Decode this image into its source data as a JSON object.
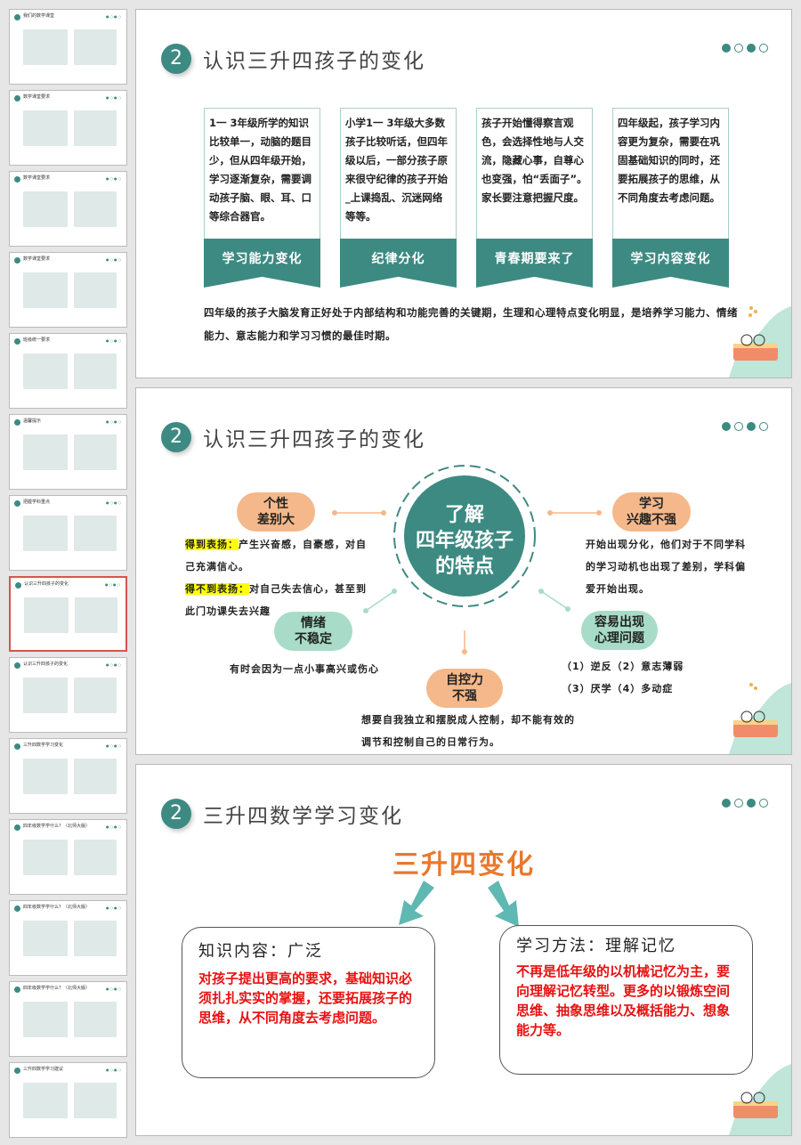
{
  "thumbnails": [
    {
      "num": "1",
      "title": "我们的数学课堂"
    },
    {
      "num": "2",
      "title": "数学课堂要求"
    },
    {
      "num": "3",
      "title": "数学课堂要求"
    },
    {
      "num": "4",
      "title": "数学课堂要求"
    },
    {
      "num": "5",
      "title": "班级统一要求"
    },
    {
      "num": "6",
      "title": "温馨提示"
    },
    {
      "num": "7",
      "title": "把握学科重点"
    },
    {
      "num": "8",
      "title": "认识三升四孩子的变化"
    },
    {
      "num": "9",
      "title": "认识三升四孩子的变化"
    },
    {
      "num": "10",
      "title": "三升四数学学习变化"
    },
    {
      "num": "11",
      "title": "四年级数学学什么？（北师大版）"
    },
    {
      "num": "12",
      "title": "四年级数学学什么？（北师大版）"
    },
    {
      "num": "13",
      "title": "四年级数学学什么？（北师大版）"
    },
    {
      "num": "14",
      "title": "三升四数学学习建议"
    }
  ],
  "selected_thumbnail": 8,
  "colors": {
    "teal": "#3d8a82",
    "orange": "#f5b88a",
    "green": "#a8dcc8",
    "red": "#e81010",
    "title_orange": "#e9782e"
  },
  "slide1": {
    "num": "2",
    "title": "认识三升四孩子的变化",
    "cards": [
      {
        "text": "1一 3年级所学的知识比较单一，动脑的题目少，但从四年级开始，学习逐渐复杂，需要调动孩子脑、眼、耳、口等综合器官。",
        "label": "学习能力变化"
      },
      {
        "text": "小学1一 3年级大多数孩子比较听话，但四年级以后，一部分孩子原来很守纪律的孩子开始_上课捣乱、沉迷网络等等。",
        "label": "纪律分化"
      },
      {
        "text": "孩子开始懂得察言观色，会选择性地与人交流，隐藏心事，自尊心也变强，怕“丢面子”。家长要注意把握尺度。",
        "label": "青春期要来了"
      },
      {
        "text": "四年级起，孩子学习内容更为复杂，需要在巩固基础知识的同时，还要拓展孩子的思维，从不同角度去考虑问题。",
        "label": "学习内容变化"
      }
    ],
    "summary": "四年级的孩子大脑发育正好处于内部结构和功能完善的关键期，生理和心理特点变化明显，是培养学习能力、情绪能力、意志能力和学习习惯的最佳时期。"
  },
  "slide2": {
    "num": "2",
    "title": "认识三升四孩子的变化",
    "center": "了解四年级孩子的特点",
    "center_lines": [
      "了解",
      "四年级孩子",
      "的特点"
    ],
    "traits": {
      "personality": {
        "l1": "个性",
        "l2": "差别大",
        "hl1": "得到表扬：",
        "t1": "产生兴奋感，自豪感，对自己充满信心。",
        "hl2": "得不到表扬：",
        "t2": "对自己失去信心，甚至到此门功课失去兴趣"
      },
      "interest": {
        "l1": "学习",
        "l2": "兴趣不强",
        "text": "开始出现分化，他们对于不同学科的学习动机也出现了差别，学科偏爱开始出现。"
      },
      "emotion": {
        "l1": "情绪",
        "l2": "不稳定",
        "text": "有时会因为一点小事高兴或伤心"
      },
      "psych": {
        "l1": "容易出现",
        "l2": "心理问题",
        "t1": "（1）逆反（2）意志薄弱",
        "t2": "（3）厌学（4）多动症"
      },
      "control": {
        "l1": "自控力",
        "l2": "不强",
        "text": "想要自我独立和摆脱成人控制，却不能有效的调节和控制自己的日常行为。"
      }
    }
  },
  "slide3": {
    "num": "2",
    "title": "三升四数学学习变化",
    "heading": "三升四变化",
    "left": {
      "head": "知识内容：广泛",
      "body": "对孩子提出更高的要求，基础知识必须扎扎实实的掌握，还要拓展孩子的思维，从不同角度去考虑问题。"
    },
    "right": {
      "head": "学习方法：理解记忆",
      "body": "不再是低年级的以机械记忆为主，要向理解记忆转型。更多的以锻炼空间思维、抽象思维以及概括能力、想象能力等。"
    }
  }
}
